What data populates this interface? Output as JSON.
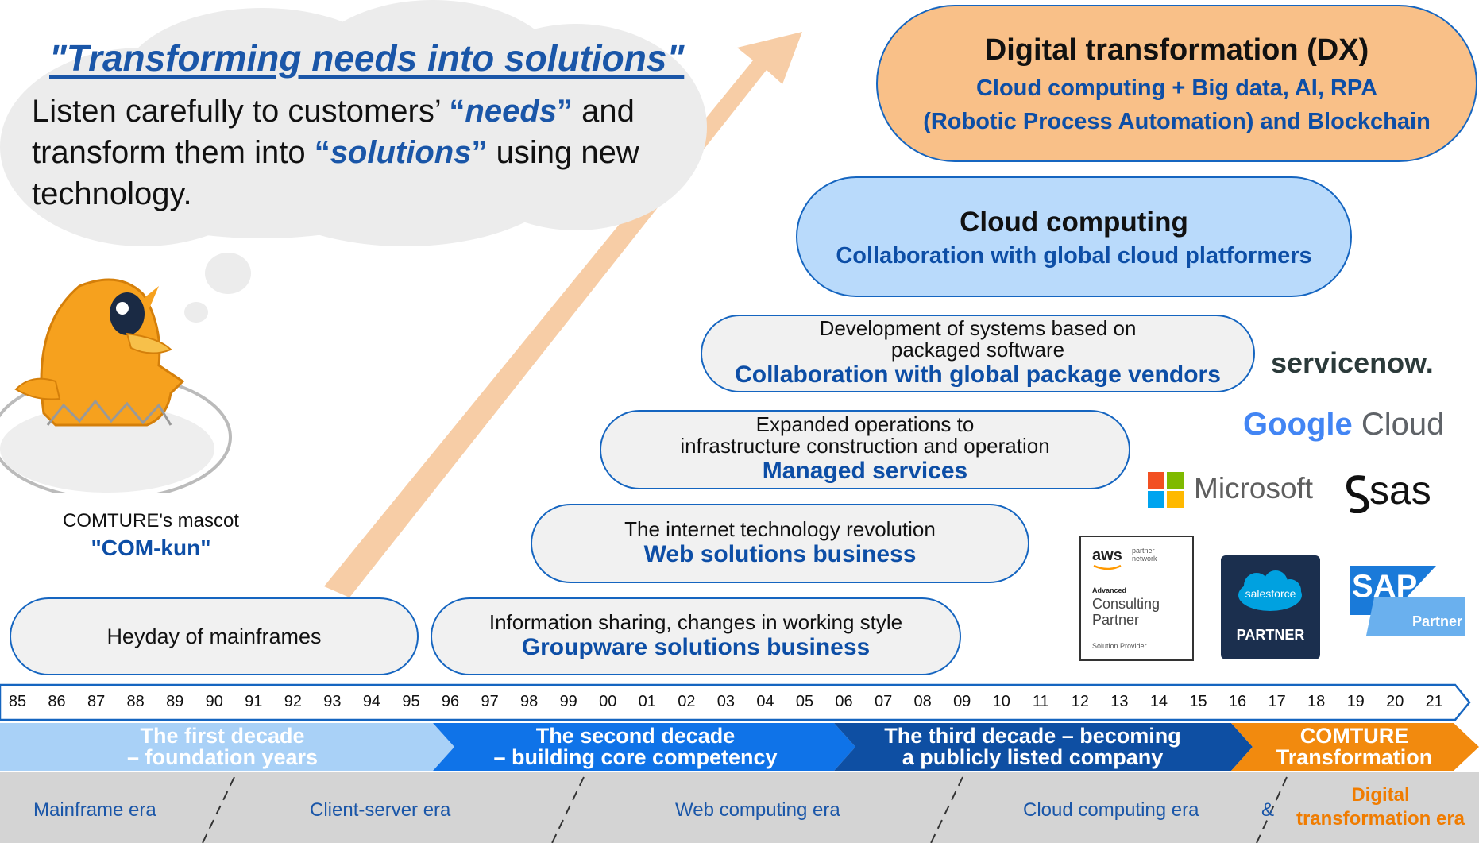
{
  "header": {
    "title": "\"Transforming needs into solutions\"",
    "message": {
      "part1": "Listen carefully to customers’ ",
      "needs_open": "“",
      "needs": "needs",
      "needs_close": "”",
      "part2": " and transform them into ",
      "solutions_open": "“",
      "solutions": "solutions",
      "solutions_close": "”",
      "part3": " using new technology."
    }
  },
  "mascot": {
    "caption": "COMTURE's mascot",
    "name": "\"COM-kun\""
  },
  "stages": [
    {
      "line1": "Heyday of mainframes",
      "line2": ""
    },
    {
      "line1": "Information sharing, changes in working style",
      "line2": "Groupware solutions business"
    },
    {
      "line1": "The internet technology revolution",
      "line2": "Web solutions business"
    },
    {
      "line1": "Expanded operations to",
      "line1b": "infrastructure construction and operation",
      "line2": "Managed services"
    },
    {
      "line1": "Development of systems based on",
      "line1b": "packaged software",
      "line2": "Collaboration with global package vendors"
    },
    {
      "line1": "Cloud computing",
      "line2": "Collaboration with global cloud platformers"
    }
  ],
  "dx": {
    "title": "Digital transformation (DX)",
    "line1": "Cloud computing + Big data, AI, RPA",
    "line2": "(Robotic Process Automation) and Blockchain"
  },
  "partners": {
    "servicenow": "servicenow.",
    "google_cloud_a": "Google",
    "google_cloud_b": "Cloud",
    "microsoft": "Microsoft",
    "sas": "sas",
    "aws_logo": "aws",
    "aws_pn1": "partner",
    "aws_pn2": "network",
    "aws_level": "Advanced",
    "aws_line1": "Consulting",
    "aws_line2": "Partner",
    "aws_footer": "Solution Provider",
    "salesforce_logo": "salesforce",
    "salesforce_partner": "PARTNER",
    "sap_logo": "SAP",
    "sap_partner": "Partner"
  },
  "years": [
    "85",
    "86",
    "87",
    "88",
    "89",
    "90",
    "91",
    "92",
    "93",
    "94",
    "95",
    "96",
    "97",
    "98",
    "99",
    "00",
    "01",
    "02",
    "03",
    "04",
    "05",
    "06",
    "07",
    "08",
    "09",
    "10",
    "11",
    "12",
    "13",
    "14",
    "15",
    "16",
    "17",
    "18",
    "19",
    "20",
    "21"
  ],
  "decades": [
    {
      "line1": "The first decade",
      "line2": "– foundation years"
    },
    {
      "line1": "The second decade",
      "line2": "– building core competency"
    },
    {
      "line1": "The third decade – becoming",
      "line2": "a publicly listed company"
    },
    {
      "line1": "COMTURE",
      "line2": "Transformation"
    }
  ],
  "eras": {
    "mainframe": "Mainframe era",
    "client_server": "Client-server era",
    "web": "Web computing era",
    "cloud": "Cloud computing era",
    "amp": "&",
    "digital_1": "Digital",
    "digital_2": "transformation  era"
  },
  "colors": {
    "accent_blue": "#0d4ea6",
    "pill_border": "#1565c0",
    "dx_orange": "#f9c088",
    "cloud_blue": "#b9dafb",
    "arrow_orange": "#f6c89c"
  }
}
